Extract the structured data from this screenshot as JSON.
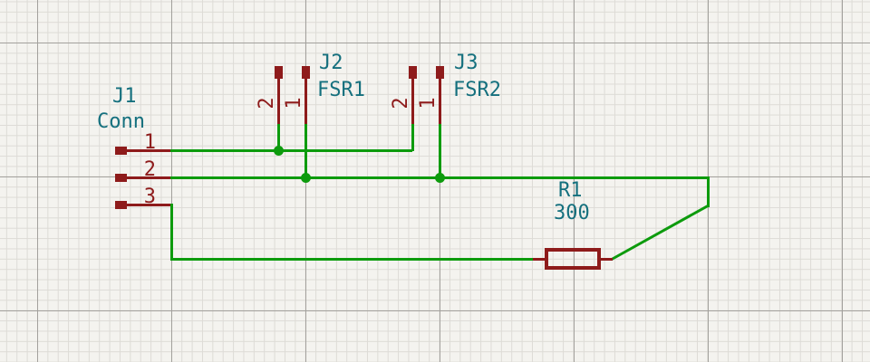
{
  "schematic": {
    "components": [
      {
        "ref": "J1",
        "value": "Conn",
        "pins": [
          "1",
          "2",
          "3"
        ]
      },
      {
        "ref": "J2",
        "value": "FSR1",
        "pins": [
          "2",
          "1"
        ]
      },
      {
        "ref": "J3",
        "value": "FSR2",
        "pins": [
          "2",
          "1"
        ]
      },
      {
        "ref": "R1",
        "value": "300"
      }
    ],
    "colors": {
      "background": "#f4f3ef",
      "grid_minor": "#dddbd6",
      "grid_major": "#a3a19d",
      "wire": "#0d9b0d",
      "component": "#8e1b1b",
      "label": "#15707e"
    }
  }
}
